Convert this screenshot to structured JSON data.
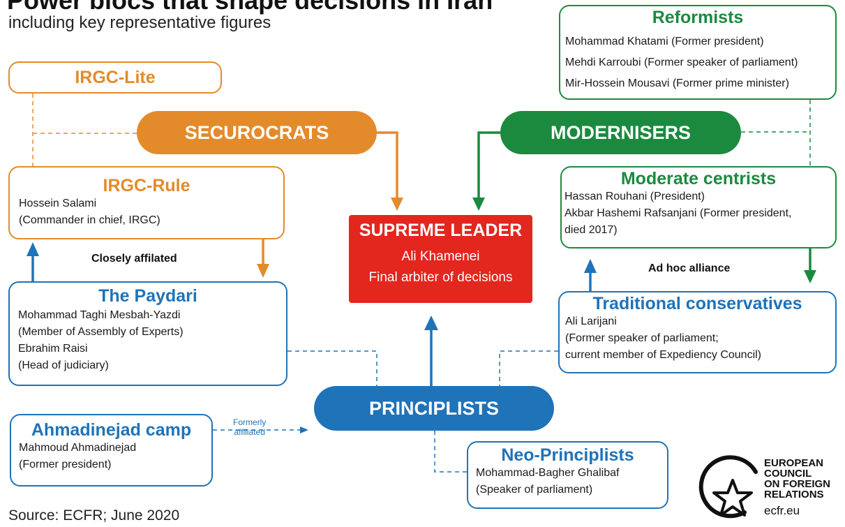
{
  "header": {
    "title": "Power blocs that shape decisions in Iran",
    "subtitle": "including key representative figures"
  },
  "source": "Source: ECFR; June 2020",
  "supreme_leader": {
    "title": "SUPREME LEADER",
    "name": "Ali Khamenei",
    "role": "Final arbiter of decisions"
  },
  "blocs": {
    "securocrats": "SECUROCRATS",
    "modernisers": "MODERNISERS",
    "principlists": "PRINCIPLISTS"
  },
  "factions": {
    "irgc_lite": {
      "title": "IRGC-Lite"
    },
    "irgc_rule": {
      "title": "IRGC-Rule",
      "lines": [
        "Hossein Salami",
        "(Commander in chief, IRGC)"
      ]
    },
    "paydari": {
      "title": "The Paydari",
      "lines": [
        "Mohammad Taghi Mesbah-Yazdi",
        "(Member of Assembly of Experts)",
        "Ebrahim Raisi",
        "(Head of judiciary)"
      ]
    },
    "ahmadinejad": {
      "title": "Ahmadinejad camp",
      "lines": [
        "Mahmoud Ahmadinejad",
        "(Former president)"
      ]
    },
    "neo_principlists": {
      "title": "Neo-Principlists",
      "lines": [
        "Mohammad-Bagher Ghalibaf",
        "(Speaker of parliament)"
      ]
    },
    "reformists": {
      "title": "Reformists",
      "lines": [
        "Mohammad Khatami (Former president)",
        "Mehdi Karroubi (Former speaker of parliament)",
        "Mir-Hossein Mousavi (Former prime minister)"
      ]
    },
    "moderate_centrists": {
      "title": "Moderate centrists",
      "lines": [
        "Hassan Rouhani (President)",
        "Akbar Hashemi Rafsanjani (Former president,",
        "died 2017)"
      ]
    },
    "traditional_conservatives": {
      "title": "Traditional conservatives",
      "lines": [
        "Ali Larijani",
        "(Former speaker of parliament;",
        "current member of Expediency Council)"
      ]
    }
  },
  "relations": {
    "closely_affiliated": "Closely affilated",
    "ad_hoc_alliance": "Ad hoc alliance",
    "formerly_affiliated": [
      "Formerly",
      "affiliated"
    ]
  },
  "logo": {
    "lines": [
      "EUROPEAN",
      "COUNCIL",
      "ON FOREIGN",
      "RELATIONS"
    ],
    "url": "ecfr.eu"
  },
  "colors": {
    "orange": "#e38b2b",
    "green": "#1b8a3f",
    "blue": "#1f73b8",
    "red": "#e3261e"
  }
}
